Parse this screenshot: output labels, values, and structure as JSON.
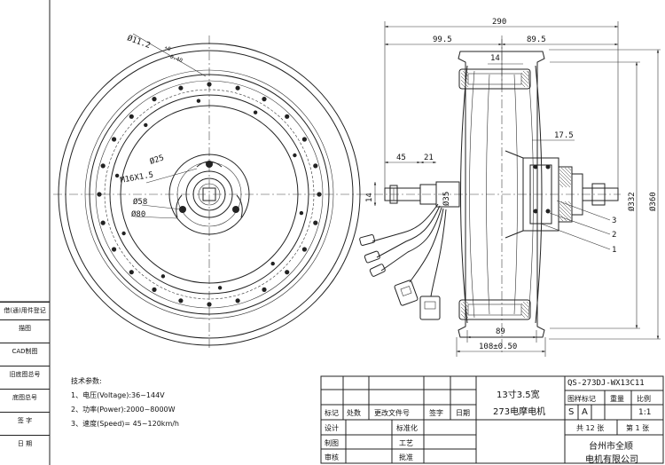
{
  "sidebar_labels": [
    "借(通)用件登记",
    "描图",
    "CAD制图",
    "旧底图总号",
    "底图总号",
    "签 字",
    "日 期"
  ],
  "dimensions": {
    "hole": "Ø11.2",
    "hole_tol_plus": "+0",
    "hole_tol_minus": "-0.40",
    "d25": "Ø25",
    "thread": "M16X1.5",
    "d58": "Ø58",
    "d80": "Ø80",
    "overall_width": "290",
    "left_half": "99.5",
    "right_half": "89.5",
    "rim_14": "14",
    "d17_5": "17.5",
    "axle_45": "45",
    "axle_21": "21",
    "axle_14": "14",
    "d35": "Ø35",
    "d332": "Ø332",
    "d360": "Ø360",
    "w89": "89",
    "w108": "108±0.50"
  },
  "callouts": [
    "3",
    "2",
    "1"
  ],
  "specs": {
    "title": "技术参数:",
    "lines": [
      "1、电压(Voltage):36~144V",
      "2、功率(Power):2000~8000W",
      "3、速度(Speed)= 45~120km/h"
    ]
  },
  "title_block": {
    "product_line1": "13寸3.5宽",
    "product_line2": "273电摩电机",
    "drawing_no": "QS-273DJ-WX13C11",
    "col_headers": [
      "标记",
      "处数",
      "更改文件号",
      "签字",
      "日期"
    ],
    "row_labels": [
      "设计",
      "制图",
      "审核"
    ],
    "mid_labels": [
      "标准化",
      "工艺",
      "批准"
    ],
    "stage_header": "图样标记",
    "weight_header": "重量",
    "scale_header": "比例",
    "stage_s": "S",
    "stage_a": "A",
    "scale_value": "1:1",
    "sheets_total": "共 12 张",
    "sheet_no": "第 1 张",
    "company_line1": "台州市全顺",
    "company_line2": "电机有限公司"
  }
}
